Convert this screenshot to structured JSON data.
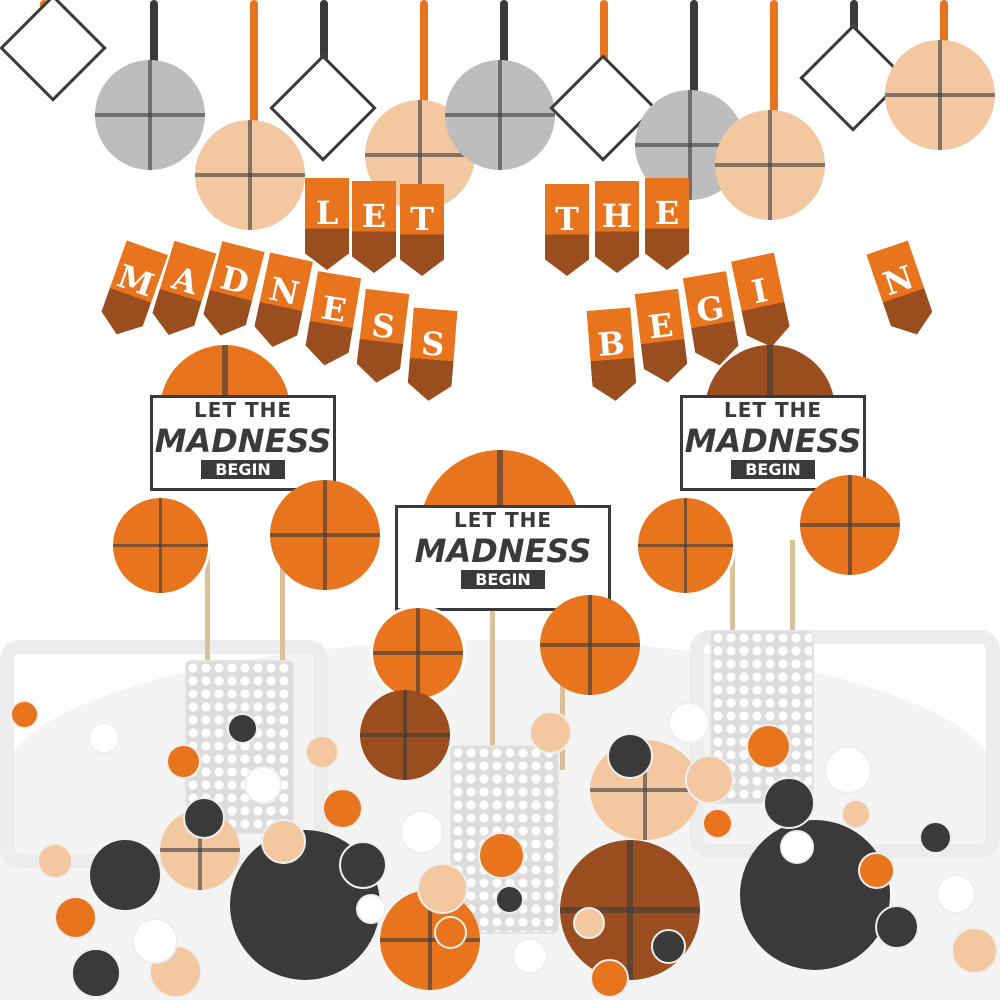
{
  "colors": {
    "orange": "#e8741e",
    "brown": "#9a4e1f",
    "dark": "#3a3a3a",
    "peach": "#f3c8a0",
    "gray": "#bdbdbd"
  },
  "banner": {
    "row1": [
      "L",
      "E",
      "T",
      "T",
      "H",
      "E"
    ],
    "row2": [
      "M",
      "A",
      "D",
      "N",
      "E",
      "S",
      "S",
      "B",
      "E",
      "G",
      "I",
      "N"
    ]
  },
  "sign": {
    "line1": "LET THE",
    "line2": "MADNESS",
    "line3": "BEGIN"
  }
}
